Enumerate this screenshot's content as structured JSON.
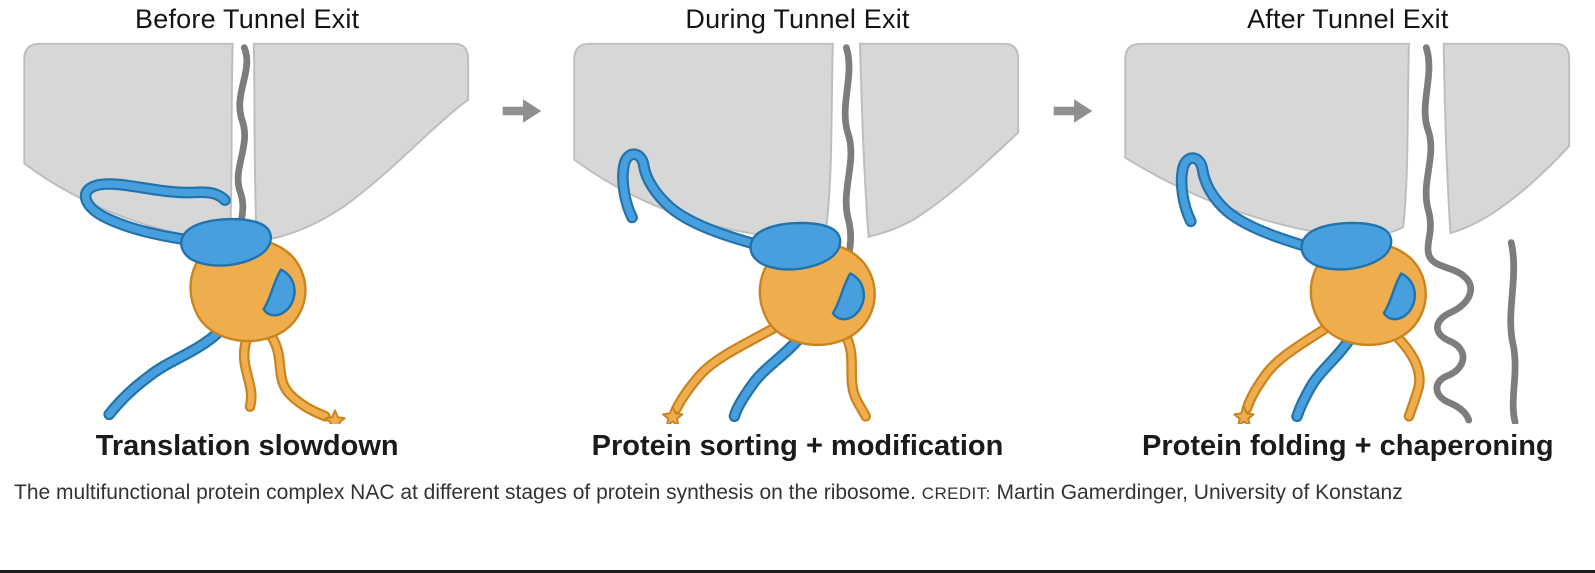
{
  "figure": {
    "panels": [
      {
        "title": "Before Tunnel Exit",
        "label": "Translation slowdown"
      },
      {
        "title": "During Tunnel Exit",
        "label": "Protein sorting + modification"
      },
      {
        "title": "After Tunnel Exit",
        "label": "Protein folding + chaperoning"
      }
    ]
  },
  "caption": {
    "text": "The multifunctional protein complex NAC at different stages of protein synthesis on the ribosome.",
    "credit_label": "CREDIT:",
    "credit": "Martin Gamerdinger, University of Konstanz"
  },
  "icons": {
    "arrow": "right-block-arrow"
  },
  "colors": {
    "ribosome": "#d7d7d7",
    "ribosome-edge": "#bdbdbd",
    "chain": "#7d7d7d",
    "blue": "#47a0dd",
    "blue-dark": "#2273ab",
    "orange": "#f0ad4e",
    "orange-dark": "#c9841d",
    "arrow": "#8f8f8f",
    "title": "#141414",
    "caption": "#333333"
  }
}
